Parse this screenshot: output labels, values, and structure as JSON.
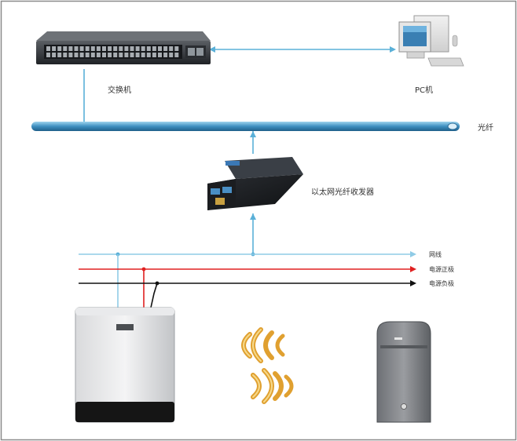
{
  "labels": {
    "switch": "交换机",
    "pc": "PC机",
    "fiber": "光纤",
    "converter": "以太网光纤收发器",
    "network_cable": "网线",
    "power_positive": "电源正极",
    "power_negative": "电源负极"
  },
  "colors": {
    "frame": "#8a8a8a",
    "fiber": "#5ab0d8",
    "fiber_dark": "#2f6f9a",
    "network_cable": "#8fcbe6",
    "power_positive": "#e02020",
    "power_negative": "#111111",
    "wave": "#e0a030"
  },
  "icons": {
    "switch": "network-switch-icon",
    "pc": "desktop-computer-icon",
    "converter": "media-converter-icon",
    "access_point": "wireless-access-point-icon",
    "wireless": "wireless-signal-icon",
    "reader": "reader-terminal-icon"
  }
}
